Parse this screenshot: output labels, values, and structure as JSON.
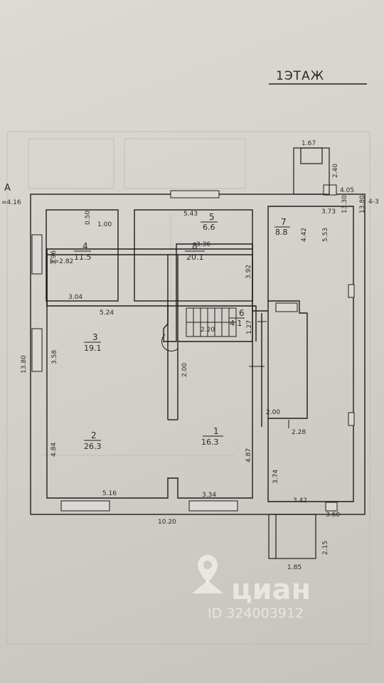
{
  "header": {
    "title": "1ЭТАЖ",
    "axis_mark": "A",
    "axis_dim": "=4.16",
    "right_axis_dim": "4-3"
  },
  "rooms": [
    {
      "id": "r1",
      "number": "1",
      "area": "16.3"
    },
    {
      "id": "r2",
      "number": "2",
      "area": "26.3"
    },
    {
      "id": "r3",
      "number": "3",
      "area": "19.1"
    },
    {
      "id": "r4",
      "number": "4",
      "area": "11.5"
    },
    {
      "id": "r5",
      "number": "5",
      "area": "6.6"
    },
    {
      "id": "r6",
      "number": "6",
      "area": "4.1"
    },
    {
      "id": "r7",
      "number": "7",
      "area": "8.8"
    },
    {
      "id": "r8",
      "number": "8",
      "area": "20.1"
    }
  ],
  "dimensions": {
    "d_167": "1.67",
    "d_240": "2.40",
    "d_405": "4.05",
    "d_373": "3.73",
    "d_543": "5.43",
    "d_050": "0.50",
    "d_100": "1.00",
    "d_396": "3.96",
    "d_392": "3.92",
    "d_304": "3.04",
    "d_524": "5.24",
    "d_220": "2.20",
    "d_127": "1.27",
    "d_1380_left": "13.80",
    "d_358": "3.58",
    "d_200a": "2.00",
    "d_336": "3.36",
    "d_442": "4.42",
    "d_553": "5.53",
    "d_1330": "13.30",
    "d_1380_right": "13.80",
    "d_h282": "h=2.82",
    "d_200b": "2.00",
    "d_228": "2.28",
    "d_484": "4.84",
    "d_487": "4.87",
    "d_374": "3.74",
    "d_516": "5.16",
    "d_334": "3.34",
    "d_342": "3.42",
    "d_360": "3.60",
    "d_1020": "10.20",
    "d_215": "2.15",
    "d_185": "1.85"
  },
  "watermark": {
    "brand": "циан",
    "id_text": "ID 324003912",
    "icon": "map-pin-icon"
  }
}
